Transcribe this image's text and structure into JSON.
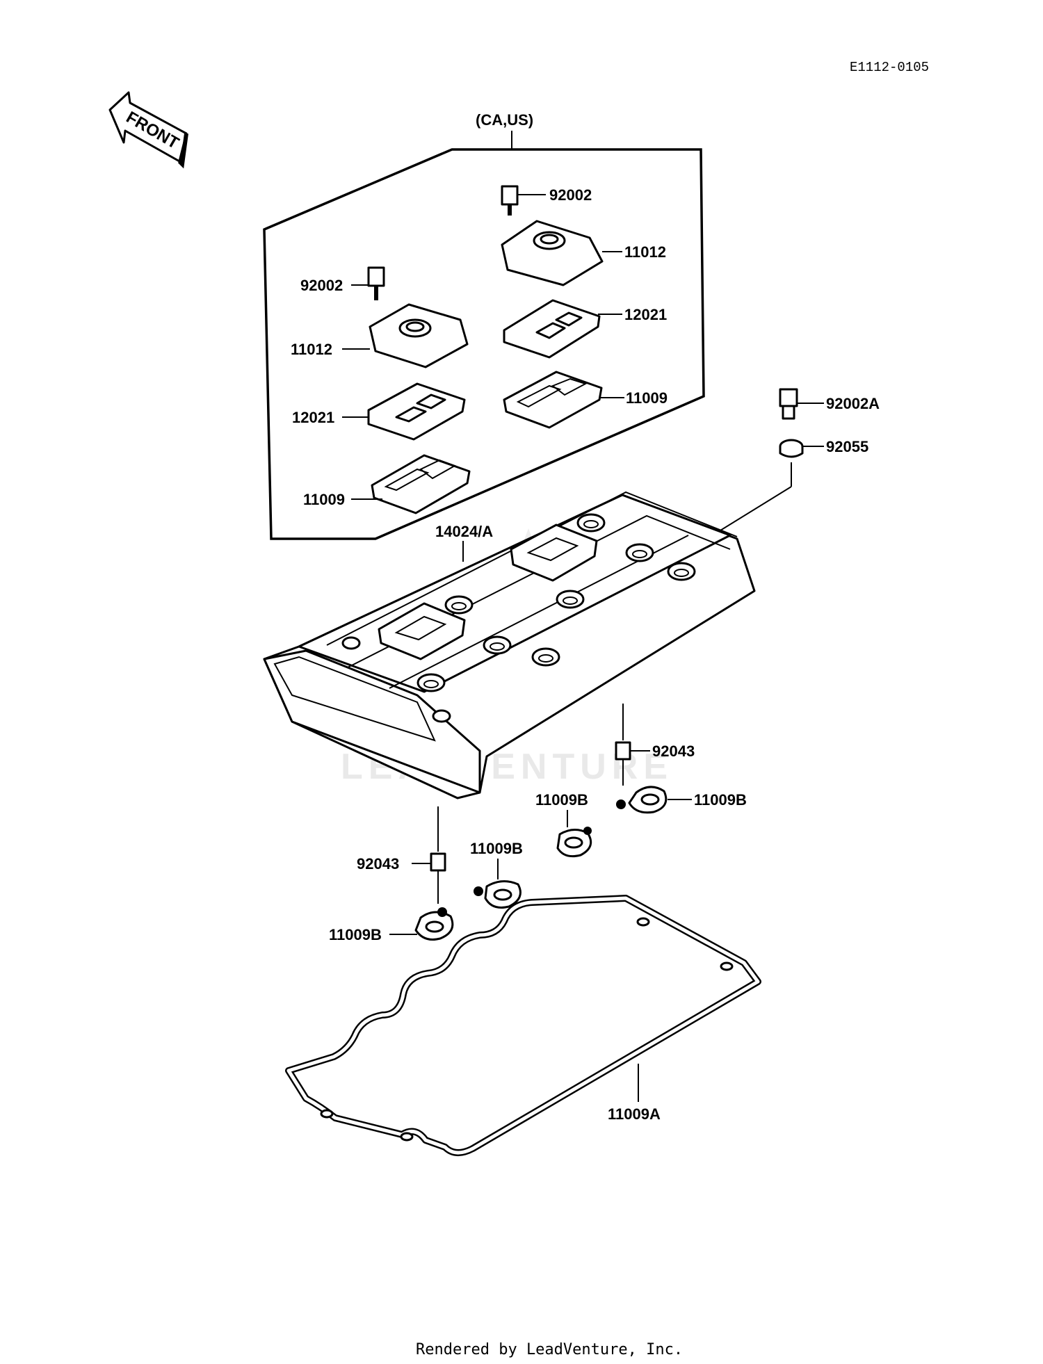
{
  "diagram_code": "E1112-0105",
  "front_label": "FRONT",
  "group_label": "(CA,US)",
  "watermark": "LEADVENTURE",
  "footer": "Rendered by LeadVenture, Inc.",
  "callouts": {
    "bolt_right": "92002",
    "cover_right": "11012",
    "bolt_left": "92002",
    "cover_left": "11012",
    "plate_right": "12021",
    "plate_left": "12021",
    "gasket_right": "11009",
    "gasket_left": "11009",
    "head_cover": "14024/A",
    "bolt_a": "92002A",
    "washer": "92055",
    "dowel_right": "92043",
    "seal_right": "11009B",
    "seal_mid_right": "11009B",
    "seal_mid": "11009B",
    "dowel_left": "92043",
    "seal_left": "11009B",
    "main_gasket": "11009A"
  }
}
